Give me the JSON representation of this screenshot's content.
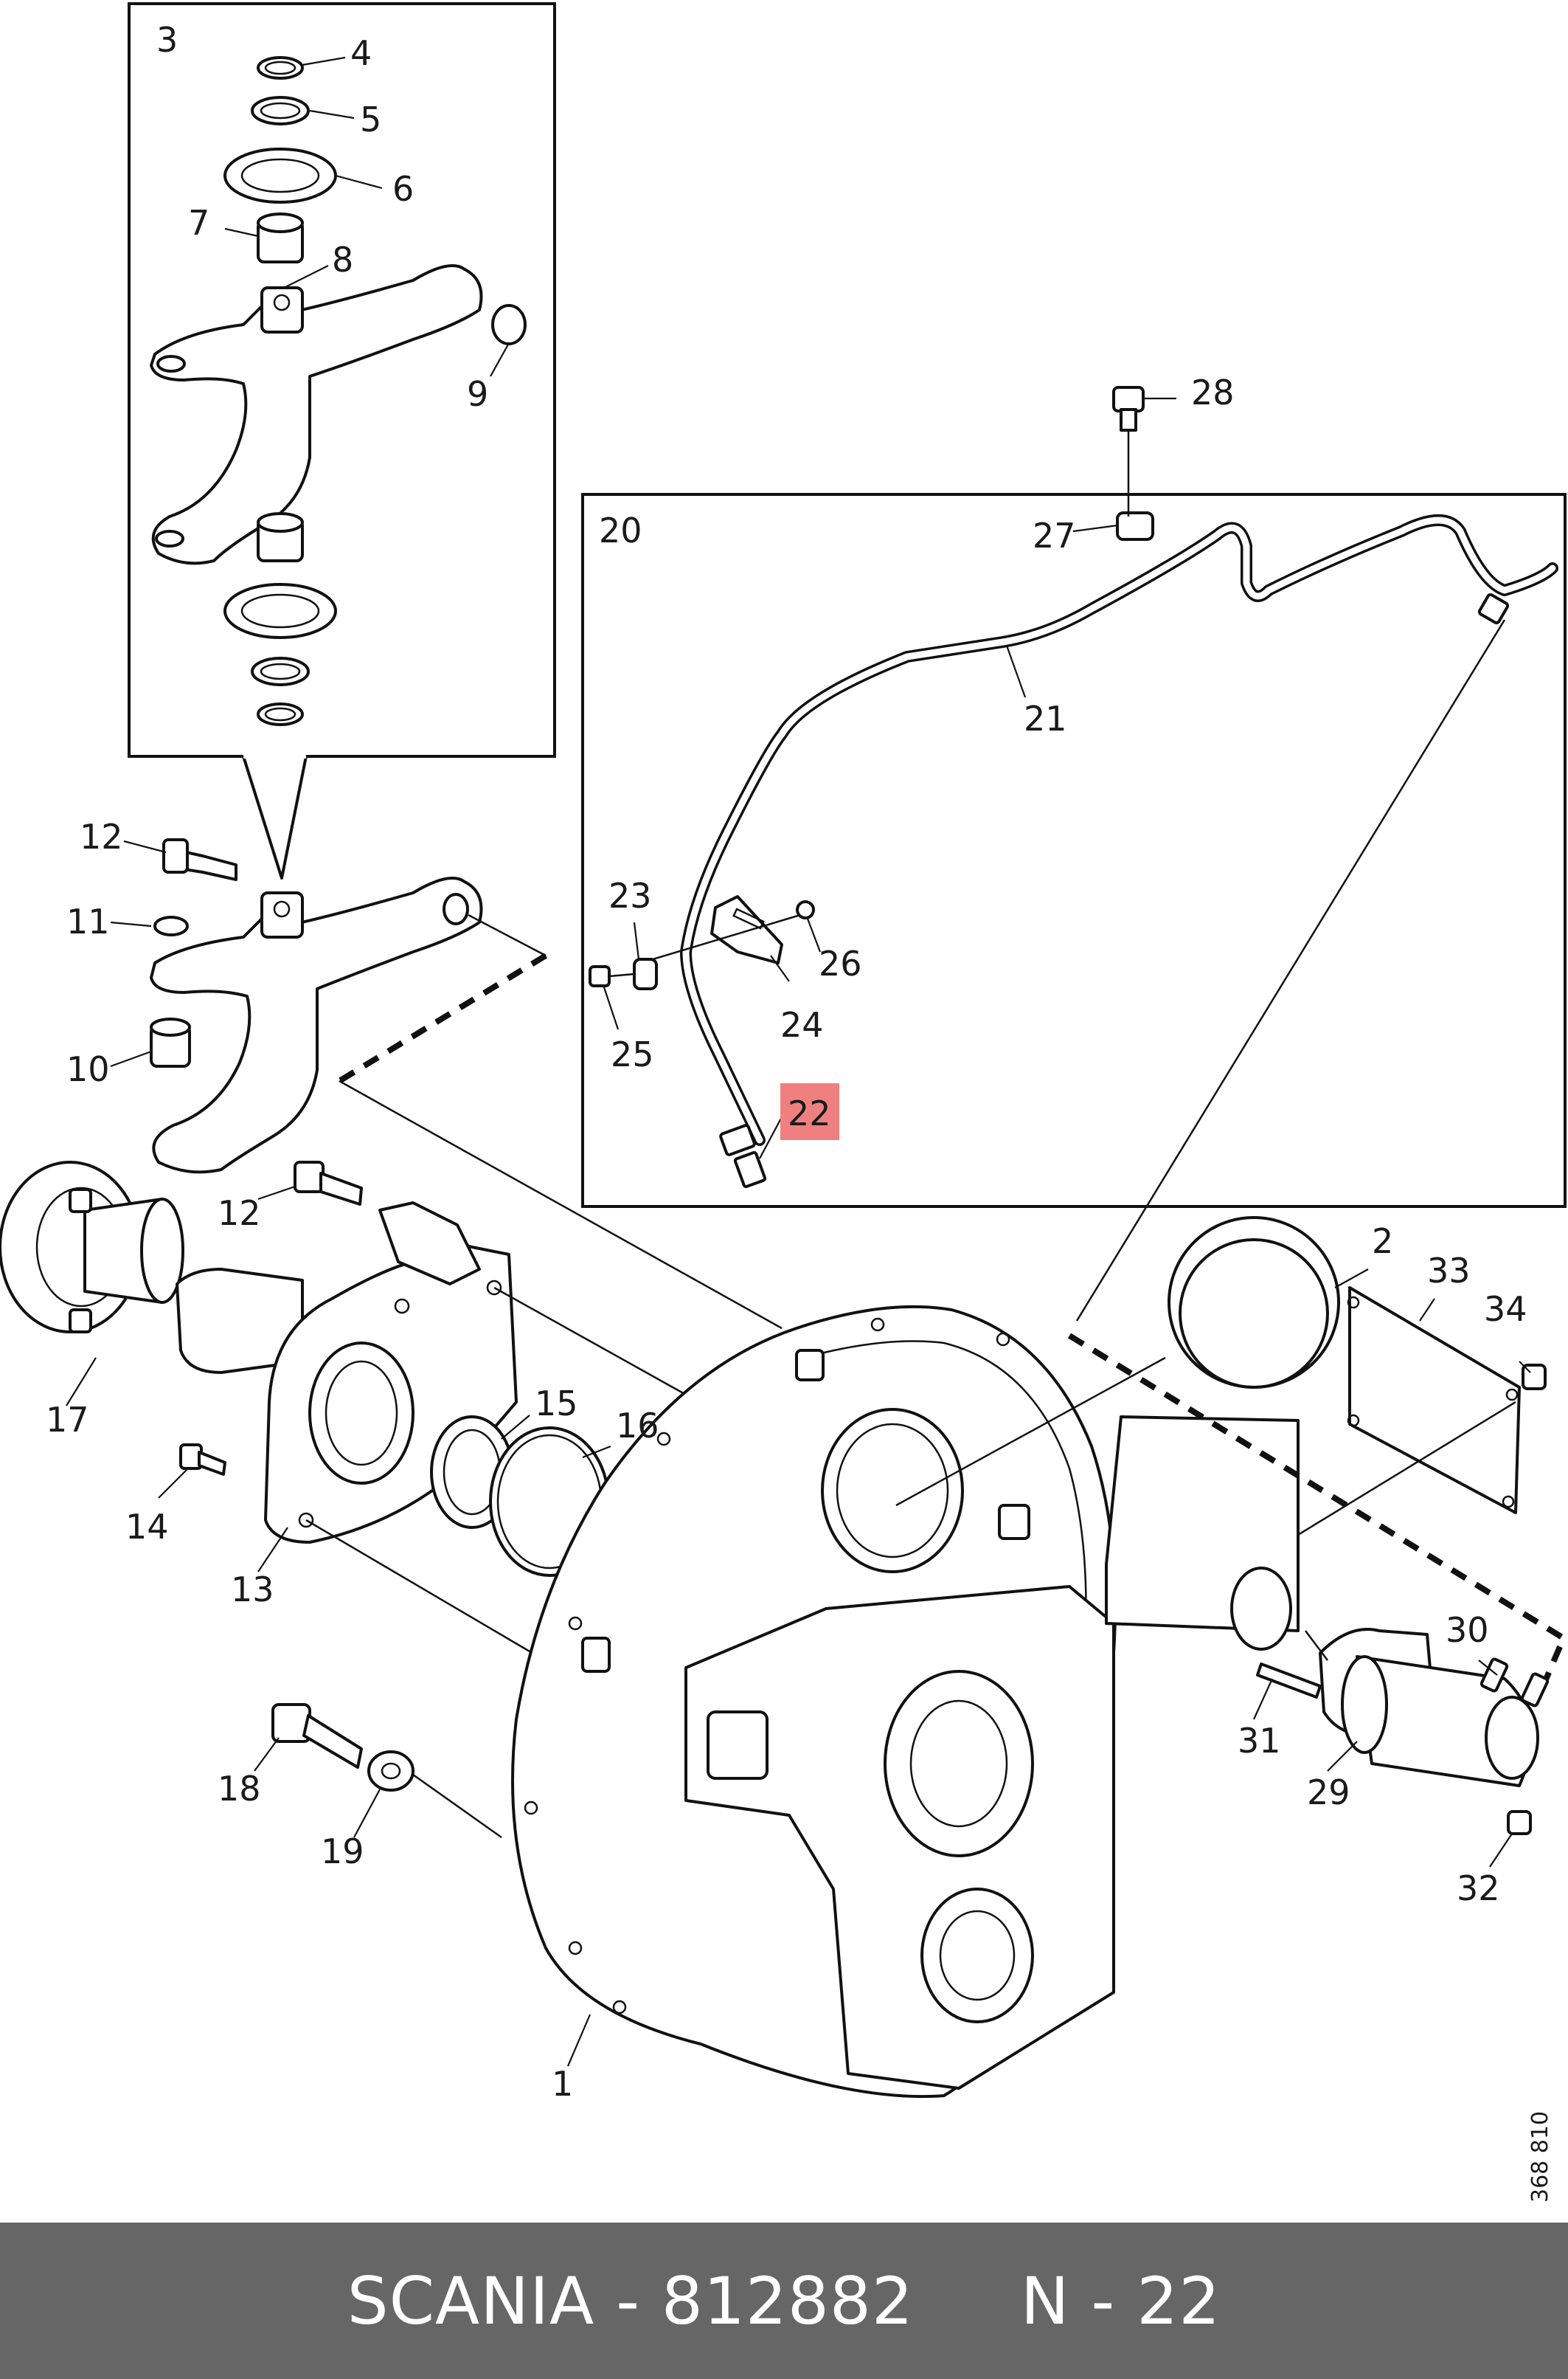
{
  "diagram": {
    "drawing_number": "368 810",
    "highlight_color": "#f08080",
    "labels": {
      "l1": "1",
      "l2": "2",
      "l3": "3",
      "l4": "4",
      "l5": "5",
      "l6": "6",
      "l7": "7",
      "l8": "8",
      "l9": "9",
      "l10": "10",
      "l11": "11",
      "l12a": "12",
      "l12b": "12",
      "l13": "13",
      "l14": "14",
      "l15": "15",
      "l16": "16",
      "l17": "17",
      "l18": "18",
      "l19": "19",
      "l20": "20",
      "l21": "21",
      "l22": "22",
      "l23": "23",
      "l24": "24",
      "l25": "25",
      "l26": "26",
      "l27": "27",
      "l28": "28",
      "l29": "29",
      "l30": "30",
      "l31": "31",
      "l32": "32",
      "l33": "33",
      "l34": "34"
    }
  },
  "footer": {
    "brand": "SCANIA",
    "part_number": "812882",
    "position_ref": "N - 22",
    "background": "#666666"
  }
}
